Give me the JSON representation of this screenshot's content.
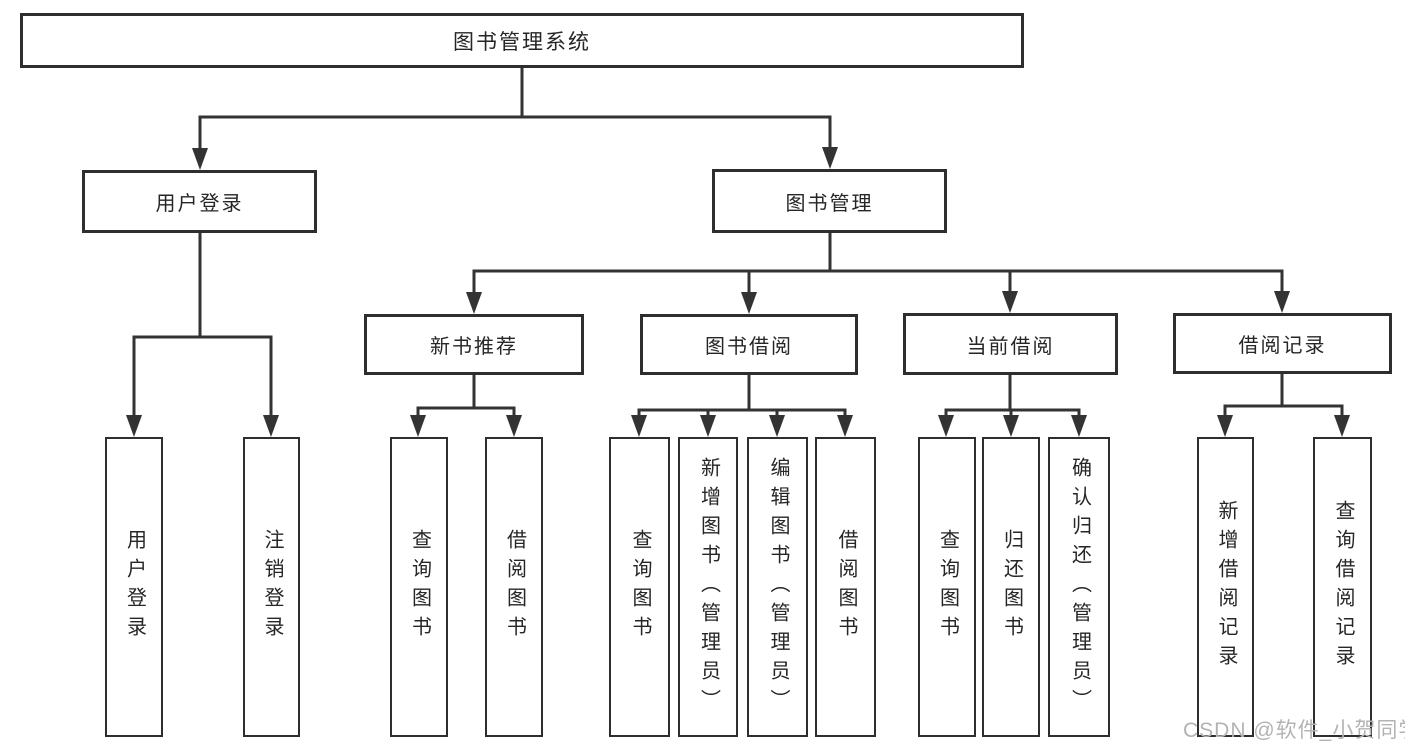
{
  "diagram": {
    "type": "hierarchy-tree",
    "title": "图书管理系统",
    "colors": {
      "line": "#333333",
      "box_border": "#2e2e2e",
      "text": "#262626",
      "background": "#ffffff",
      "watermark": "#b3b3b3"
    },
    "nodes": {
      "root": "图书管理系统",
      "level2": [
        "用户登录",
        "图书管理"
      ],
      "level3": [
        "新书推荐",
        "图书借阅",
        "当前借阅",
        "借阅记录"
      ],
      "leaves_user_login": [
        "用户登录",
        "注销登录"
      ],
      "leaves_new_book": [
        "查询图书",
        "借阅图书"
      ],
      "leaves_book_borrow": [
        "查询图书",
        "新增图书（管理员）",
        "编辑图书（管理员）",
        "借阅图书"
      ],
      "leaves_current_borrow": [
        "查询图书",
        "归还图书",
        "确认归还（管理员）"
      ],
      "leaves_borrow_record": [
        "新增借阅记录",
        "查询借阅记录"
      ]
    },
    "edges": [
      {
        "from": "图书管理系统",
        "to": "用户登录"
      },
      {
        "from": "图书管理系统",
        "to": "图书管理"
      },
      {
        "from": "用户登录",
        "to": "用户登录"
      },
      {
        "from": "用户登录",
        "to": "注销登录"
      },
      {
        "from": "图书管理",
        "to": "新书推荐"
      },
      {
        "from": "图书管理",
        "to": "图书借阅"
      },
      {
        "from": "图书管理",
        "to": "当前借阅"
      },
      {
        "from": "图书管理",
        "to": "借阅记录"
      },
      {
        "from": "新书推荐",
        "to": "查询图书"
      },
      {
        "from": "新书推荐",
        "to": "借阅图书"
      },
      {
        "from": "图书借阅",
        "to": "查询图书"
      },
      {
        "from": "图书借阅",
        "to": "新增图书（管理员）"
      },
      {
        "from": "图书借阅",
        "to": "编辑图书（管理员）"
      },
      {
        "from": "图书借阅",
        "to": "借阅图书"
      },
      {
        "from": "当前借阅",
        "to": "查询图书"
      },
      {
        "from": "当前借阅",
        "to": "归还图书"
      },
      {
        "from": "当前借阅",
        "to": "确认归还（管理员）"
      },
      {
        "from": "借阅记录",
        "to": "新增借阅记录"
      },
      {
        "from": "借阅记录",
        "to": "查询借阅记录"
      }
    ],
    "watermark": "CSDN @软件_小贺同学"
  }
}
